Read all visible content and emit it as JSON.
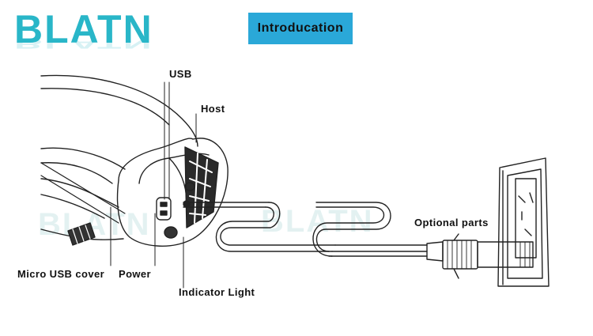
{
  "brand": {
    "logo_text": "BLATN",
    "watermark_text": "BLATN"
  },
  "title": "Introducation",
  "labels": {
    "usb": "USB",
    "host": "Host",
    "optional_parts": "Optional parts",
    "micro_usb_cover": "Micro USB cover",
    "power": "Power",
    "indicator_light": "Indicator Light"
  },
  "colors": {
    "brand": "#29b6c8",
    "title_bg": "#2aa8d8",
    "line": "#222222"
  }
}
